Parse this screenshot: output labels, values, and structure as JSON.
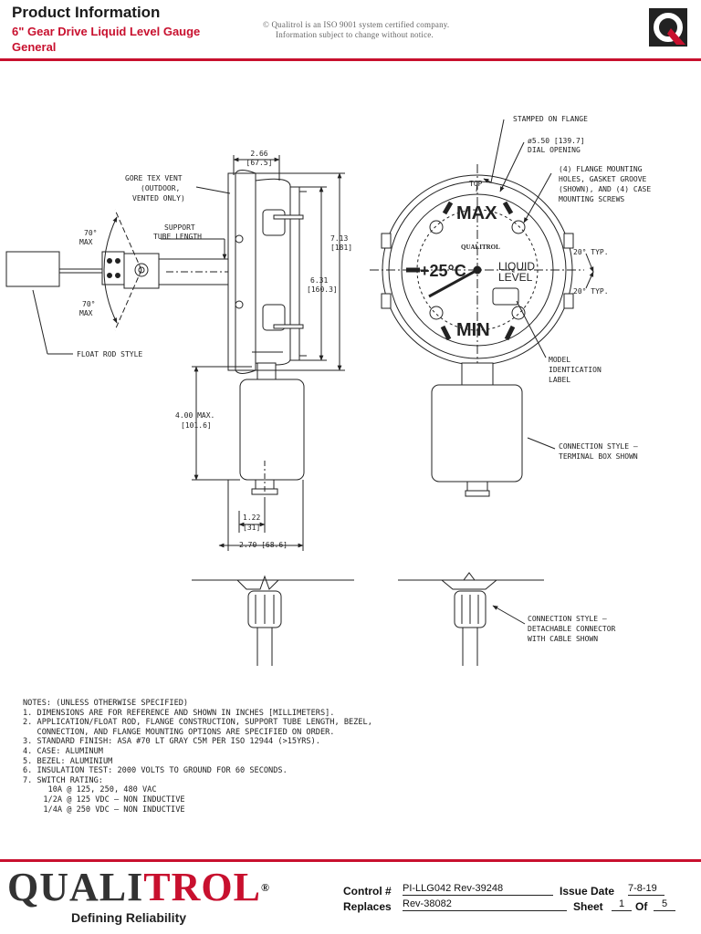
{
  "header": {
    "title": "Product Information",
    "subtitle_line1": "6\" Gear Drive Liquid Level Gauge",
    "subtitle_line2": "General",
    "notice_line1": "© Qualitrol is an ISO 9001 system certified company.",
    "notice_line2": "Information subject to change without notice.",
    "logo_letter": "Q"
  },
  "drawing": {
    "labels": {
      "stamped": "STAMPED ON FLANGE",
      "dial_dim": "ø5.50 [139.7]",
      "dial_open": "DIAL OPENING",
      "flange_1": "(4) FLANGE MOUNTING",
      "flange_2": "HOLES, GASKET GROOVE",
      "flange_3": "(SHOWN), AND (4) CASE",
      "flange_4": "MOUNTING SCREWS",
      "gore_1": "GORE TEX VENT",
      "gore_2": "(OUTDOOR,",
      "gore_3": "VENTED ONLY)",
      "dim_266": "2.66",
      "dim_675": "[67.5]",
      "angle_70_top": "70°",
      "max_top": "MAX",
      "support_1": "SUPPORT",
      "support_2": "TUBE LENGTH",
      "dim_713": "7.13",
      "dim_181": "[181]",
      "dim_631": "6.31",
      "dim_1603": "[160.3]",
      "angle_70_bot": "70°",
      "max_bot": "MAX",
      "float_rod": "FLOAT ROD STYLE",
      "dim_400": "4.00 MAX.",
      "dim_1016": "[101.6]",
      "dim_122": "1.22",
      "dim_31": "[31]",
      "dim_270": "2.70 [68.6]",
      "top": "TOP",
      "gauge_max": "MAX",
      "gauge_min": "MIN",
      "gauge_temp": "+25°C",
      "gauge_liquid": "LIQUID",
      "gauge_level": "LEVEL",
      "gauge_brand": "QUALITROL",
      "typ_20_a": "20° TYP.",
      "typ_20_b": "20° TYP.",
      "model_1": "MODEL",
      "model_2": "IDENTICATION",
      "model_3": "LABEL",
      "conn1_1": "CONNECTION STYLE –",
      "conn1_2": "TERMINAL BOX SHOWN",
      "conn2_1": "CONNECTION STYLE –",
      "conn2_2": "DETACHABLE CONNECTOR",
      "conn2_3": "WITH CABLE SHOWN"
    }
  },
  "notes": [
    "NOTES: (UNLESS OTHERWISE SPECIFIED)",
    "1. DIMENSIONS ARE FOR REFERENCE AND SHOWN IN INCHES [MILLIMETERS].",
    "2. APPLICATION/FLOAT ROD, FLANGE CONSTRUCTION, SUPPORT TUBE LENGTH, BEZEL,",
    "   CONNECTION, AND FLANGE MOUNTING OPTIONS ARE SPECIFIED ON ORDER.",
    "3. STANDARD FINISH: ASA #70 LT GRAY C5M PER ISO 12944 (>15YRS).",
    "4. CASE: ALUMINUM",
    "5. BEZEL: ALUMINIUM",
    "6. INSULATION TEST: 2000 VOLTS TO GROUND FOR 60 SECONDS.",
    "7. SWITCH RATING:",
    "   10A @ 125, 250, 480 VAC",
    "  1/2A @ 125 VDC – NON INDUCTIVE",
    "  1/4A @ 250 VDC – NON INDUCTIVE"
  ],
  "footer": {
    "brand_a": "QUALI",
    "brand_b": "TROL",
    "brand_reg": "®",
    "tagline": "Defining Reliability",
    "control_label": "Control #",
    "control_value": "PI-LLG042  Rev-39248",
    "replaces_label": "Replaces",
    "replaces_value": "Rev-38082",
    "issue_label": "Issue Date",
    "issue_value": "7-8-19",
    "sheet_label": "Sheet",
    "sheet_value": "1",
    "of_label": "Of",
    "of_value": "5"
  },
  "colors": {
    "accent": "#c8102e",
    "ink": "#222222"
  }
}
